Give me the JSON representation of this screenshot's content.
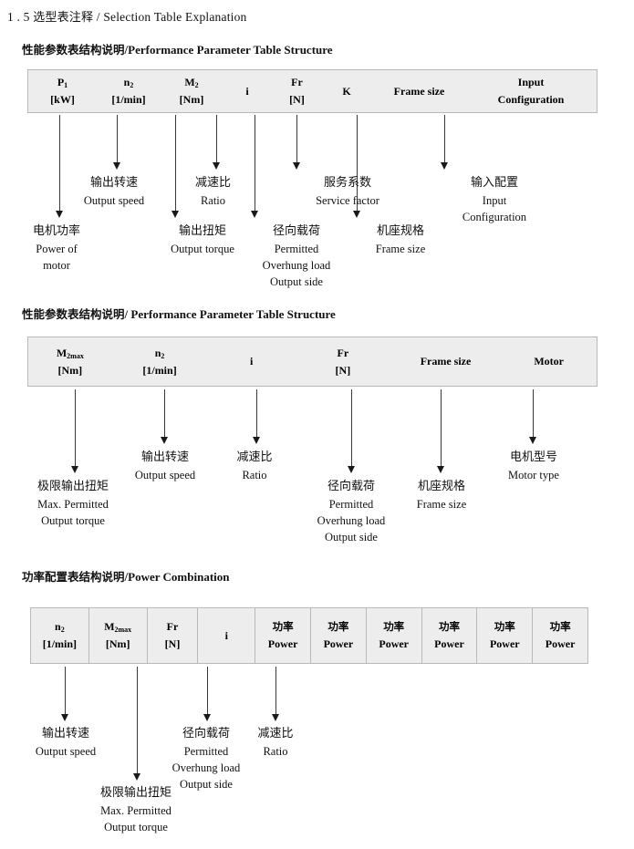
{
  "page": {
    "section_number": "1 . 5",
    "section_title_cn": "选型表注释",
    "section_title_sep": "/",
    "section_title_en": "Selection Table Explanation"
  },
  "block1": {
    "heading_cn": "性能参数表结构说明",
    "heading_sep": "/",
    "heading_en": "Performance Parameter Table Structure",
    "table": {
      "columns": [
        {
          "symbol": "P",
          "sub": "1",
          "unit": "[kW]"
        },
        {
          "symbol": "n",
          "sub": "2",
          "unit": "[1/min]"
        },
        {
          "symbol": "M",
          "sub": "2",
          "unit": "[Nm]"
        },
        {
          "symbol": "i",
          "sub": "",
          "unit": ""
        },
        {
          "symbol": "Fr",
          "sub": "",
          "unit": "[N]"
        },
        {
          "symbol": "K",
          "sub": "",
          "unit": ""
        },
        {
          "symbol": "Frame size",
          "sub": "",
          "unit": ""
        },
        {
          "symbol": "Input",
          "sub": "",
          "unit": "Configuration"
        }
      ]
    },
    "labels": [
      {
        "cn": "电机功率",
        "en1": "Power of",
        "en2": "motor",
        "en3": "",
        "en4": ""
      },
      {
        "cn": "输出转速",
        "en1": "Output speed",
        "en2": "",
        "en3": "",
        "en4": ""
      },
      {
        "cn": "输出扭矩",
        "en1": "Output torque",
        "en2": "",
        "en3": "",
        "en4": ""
      },
      {
        "cn": "减速比",
        "en1": "Ratio",
        "en2": "",
        "en3": "",
        "en4": ""
      },
      {
        "cn": "径向载荷",
        "en1": "Permitted",
        "en2": "Overhung load",
        "en3": "Output side",
        "en4": ""
      },
      {
        "cn": "服务系数",
        "en1": "Service factor",
        "en2": "",
        "en3": "",
        "en4": ""
      },
      {
        "cn": "机座规格",
        "en1": "Frame size",
        "en2": "",
        "en3": "",
        "en4": ""
      },
      {
        "cn": "输入配置",
        "en1": "Input",
        "en2": "Configuration",
        "en3": "",
        "en4": ""
      }
    ]
  },
  "block2": {
    "heading_cn": "性能参数表结构说明",
    "heading_sep": "/",
    "heading_en": "Performance Parameter Table Structure",
    "table": {
      "columns": [
        {
          "symbol": "M",
          "sub": "2max",
          "unit": "[Nm]"
        },
        {
          "symbol": "n",
          "sub": "2",
          "unit": "[1/min]"
        },
        {
          "symbol": "i",
          "sub": "",
          "unit": ""
        },
        {
          "symbol": "Fr",
          "sub": "",
          "unit": "[N]"
        },
        {
          "symbol": "Frame size",
          "sub": "",
          "unit": ""
        },
        {
          "symbol": "Motor",
          "sub": "",
          "unit": ""
        }
      ]
    },
    "labels": [
      {
        "cn": "极限输出扭矩",
        "en1": "Max. Permitted",
        "en2": "Output  torque",
        "en3": "",
        "en4": ""
      },
      {
        "cn": "输出转速",
        "en1": "Output speed",
        "en2": "",
        "en3": "",
        "en4": ""
      },
      {
        "cn": "减速比",
        "en1": "Ratio",
        "en2": "",
        "en3": "",
        "en4": ""
      },
      {
        "cn": "径向载荷",
        "en1": "Permitted",
        "en2": "Overhung load",
        "en3": "Output side",
        "en4": ""
      },
      {
        "cn": "机座规格",
        "en1": "Frame size",
        "en2": "",
        "en3": "",
        "en4": ""
      },
      {
        "cn": "电机型号",
        "en1": "Motor type",
        "en2": "",
        "en3": "",
        "en4": ""
      }
    ]
  },
  "block3": {
    "heading_cn": "功率配置表结构说明",
    "heading_sep": "/",
    "heading_en": "Power Combination",
    "table": {
      "columns": [
        {
          "symbol": "n",
          "sub": "2",
          "unit": "[1/min]"
        },
        {
          "symbol": "M",
          "sub": "2max",
          "unit": "[Nm]"
        },
        {
          "symbol": "Fr",
          "sub": "",
          "unit": "[N]"
        },
        {
          "symbol": "i",
          "sub": "",
          "unit": ""
        },
        {
          "symbol": "功率",
          "sub": "",
          "unit": "Power"
        },
        {
          "symbol": "功率",
          "sub": "",
          "unit": "Power"
        },
        {
          "symbol": "功率",
          "sub": "",
          "unit": "Power"
        },
        {
          "symbol": "功率",
          "sub": "",
          "unit": "Power"
        },
        {
          "symbol": "功率",
          "sub": "",
          "unit": "Power"
        },
        {
          "symbol": "功率",
          "sub": "",
          "unit": "Power"
        }
      ]
    },
    "labels": [
      {
        "cn": "输出转速",
        "en1": "Output speed",
        "en2": "",
        "en3": "",
        "en4": ""
      },
      {
        "cn": "极限输出扭矩",
        "en1": "Max. Permitted",
        "en2": "Output  torque",
        "en3": "",
        "en4": ""
      },
      {
        "cn": "径向载荷",
        "en1": "Permitted",
        "en2": "Overhung load",
        "en3": "Output side",
        "en4": ""
      },
      {
        "cn": "减速比",
        "en1": "Ratio",
        "en2": "",
        "en3": "",
        "en4": ""
      }
    ]
  },
  "colors": {
    "table_fill": "#ededed",
    "table_border": "#b9b9b9",
    "arrow": "#1a1a1a",
    "text": "#111111"
  }
}
